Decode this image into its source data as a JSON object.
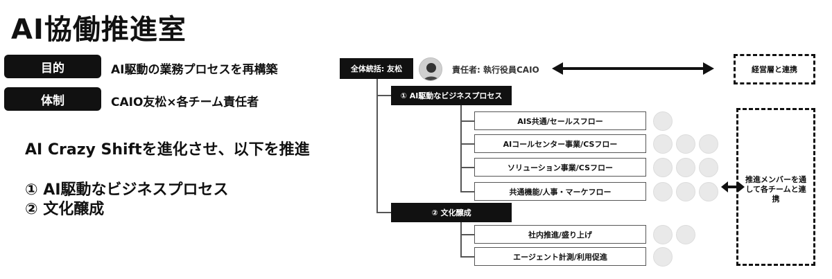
{
  "page": {
    "title": "AI協働推進室"
  },
  "left": {
    "purpose_label": "目的",
    "purpose_text": "AI駆動の業務プロセスを再構築",
    "structure_label": "体制",
    "structure_text": "CAIO友松×各チーム責任者",
    "lead_text": "AI Crazy Shiftを進化させ、以下を推進",
    "item1": "① AI駆動なビジネスプロセス",
    "item2": "② 文化醸成"
  },
  "org": {
    "top_box": "全体統括: 友松",
    "responsible": "責任者: 執行役員CAIO",
    "exec_box": "経営層と連携",
    "section1": "① AI駆動なビジネスプロセス",
    "section1_items": [
      "AIS共通/セールスフロー",
      "AIコールセンター事業/CSフロー",
      "ソリューション事業/CSフロー",
      "共通機能/人事・マーケフロー"
    ],
    "section2": "② 文化醸成",
    "section2_items": [
      "社内推進/盛り上げ",
      "エージェント計測/利用促進"
    ],
    "members_box": "推進メンバーを通して各チームと連携"
  }
}
